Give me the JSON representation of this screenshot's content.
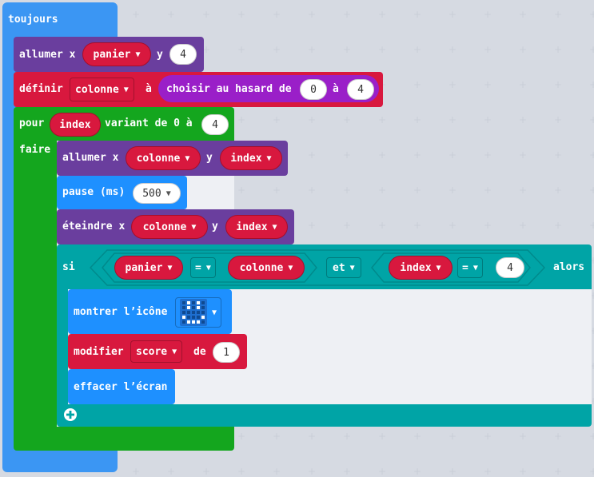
{
  "toujours": "toujours",
  "row1": {
    "allumer": "allumer x",
    "var": "panier",
    "y": "y",
    "val": "4"
  },
  "row2": {
    "definir": "définir",
    "var": "colonne",
    "a": "à",
    "choisir": "choisir au hasard de",
    "from": "0",
    "to_label": "à",
    "to": "4"
  },
  "row3": {
    "pour": "pour",
    "var": "index",
    "variant": "variant de 0 à",
    "val": "4"
  },
  "faire": "faire",
  "row4": {
    "allumer": "allumer x",
    "var1": "colonne",
    "y": "y",
    "var2": "index"
  },
  "row5": {
    "pause": "pause (ms)",
    "val": "500"
  },
  "row6": {
    "eteindre": "éteindre x",
    "var1": "colonne",
    "y": "y",
    "var2": "index"
  },
  "row7": {
    "si": "si",
    "left_var": "panier",
    "op1": "=",
    "right_var": "colonne",
    "et": "et",
    "left2": "index",
    "op2": "=",
    "val": "4",
    "alors": "alors"
  },
  "row8": {
    "label": "montrer l’icône"
  },
  "row9": {
    "label": "modifier",
    "var": "score",
    "de": "de",
    "val": "1"
  },
  "row10": {
    "label": "effacer l’écran"
  },
  "icons": {
    "caret": "caret-down-icon",
    "add": "add-circle-icon",
    "led": "led-grid-icon"
  },
  "colors": {
    "loop": "#3b96f3",
    "led": "#6a3e9e",
    "var": "#d8183e",
    "pour": "#14a61e",
    "logic": "#00a4a6",
    "math": "#9a1fc8"
  }
}
